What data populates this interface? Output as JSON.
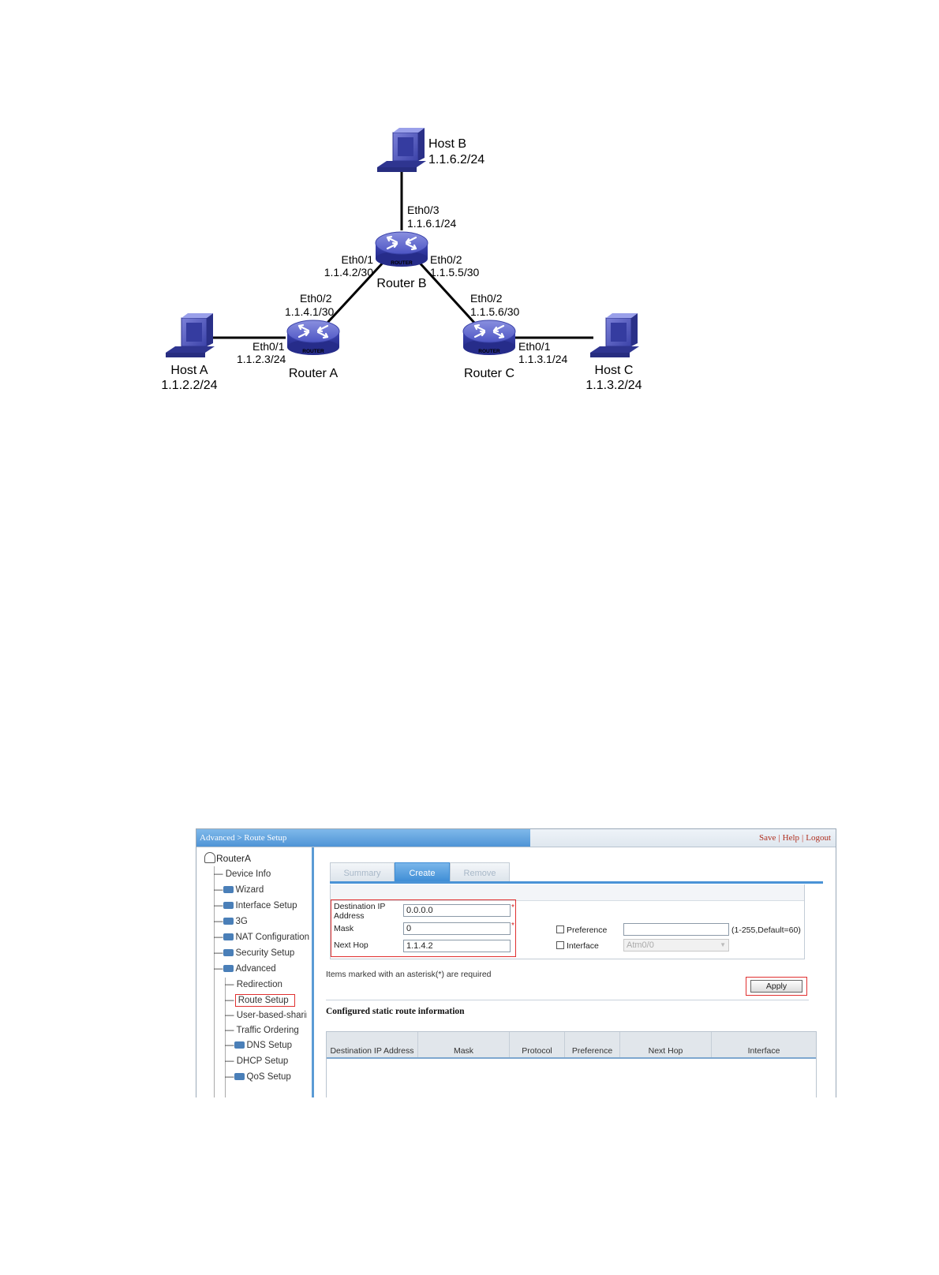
{
  "topology": {
    "hosts": {
      "a": {
        "name": "Host A",
        "ip": "1.1.2.2/24"
      },
      "b": {
        "name": "Host B",
        "ip": "1.1.6.2/24"
      },
      "c": {
        "name": "Host C",
        "ip": "1.1.3.2/24"
      }
    },
    "routers": {
      "a": {
        "name": "Router A",
        "badge": "ROUTER"
      },
      "b": {
        "name": "Router B",
        "badge": "ROUTER"
      },
      "c": {
        "name": "Router C",
        "badge": "ROUTER"
      }
    },
    "interfaces": {
      "b_eth3": {
        "port": "Eth0/3",
        "ip": "1.1.6.1/24"
      },
      "b_eth1": {
        "port": "Eth0/1",
        "ip": "1.1.4.2/30"
      },
      "b_eth2": {
        "port": "Eth0/2",
        "ip": "1.1.5.5/30"
      },
      "a_eth2": {
        "port": "Eth0/2",
        "ip": "1.1.4.1/30"
      },
      "a_eth1": {
        "port": "Eth0/1",
        "ip": "1.1.2.3/24"
      },
      "c_eth2": {
        "port": "Eth0/2",
        "ip": "1.1.5.6/30"
      },
      "c_eth1": {
        "port": "Eth0/1",
        "ip": "1.1.3.1/24"
      }
    }
  },
  "app": {
    "breadcrumb": "Advanced > Route Setup",
    "links": {
      "save": "Save",
      "help": "Help",
      "logout": "Logout",
      "sep": "|"
    },
    "sidebar": {
      "root": "RouterA",
      "items": {
        "device_info": "Device Info",
        "wizard": "Wizard",
        "interface_setup": "Interface Setup",
        "g3": "3G",
        "nat": "NAT Configuration",
        "security": "Security Setup",
        "advanced": "Advanced",
        "redirection": "Redirection",
        "route_setup": "Route Setup",
        "user_sharing": "User-based-sharing",
        "traffic": "Traffic Ordering",
        "dns": "DNS Setup",
        "dhcp": "DHCP Setup",
        "qos": "QoS Setup"
      }
    },
    "tabs": {
      "summary": "Summary",
      "create": "Create",
      "remove": "Remove"
    },
    "form": {
      "dest_label": "Destination IP Address",
      "dest_value": "0.0.0.0",
      "mask_label": "Mask",
      "mask_value": "0",
      "nexthop_label": "Next Hop",
      "nexthop_value": "1.1.4.2",
      "asterisk": "*",
      "pref_label": "Preference",
      "pref_value": "",
      "pref_hint": "(1-255,Default=60)",
      "iface_label": "Interface",
      "iface_value": "Atm0/0"
    },
    "note": "Items marked with an asterisk(*) are required",
    "apply": "Apply",
    "section_title": "Configured static route information",
    "table_headers": {
      "dest": "Destination IP Address",
      "mask": "Mask",
      "protocol": "Protocol",
      "preference": "Preference",
      "nexthop": "Next Hop",
      "interface": "Interface"
    }
  }
}
